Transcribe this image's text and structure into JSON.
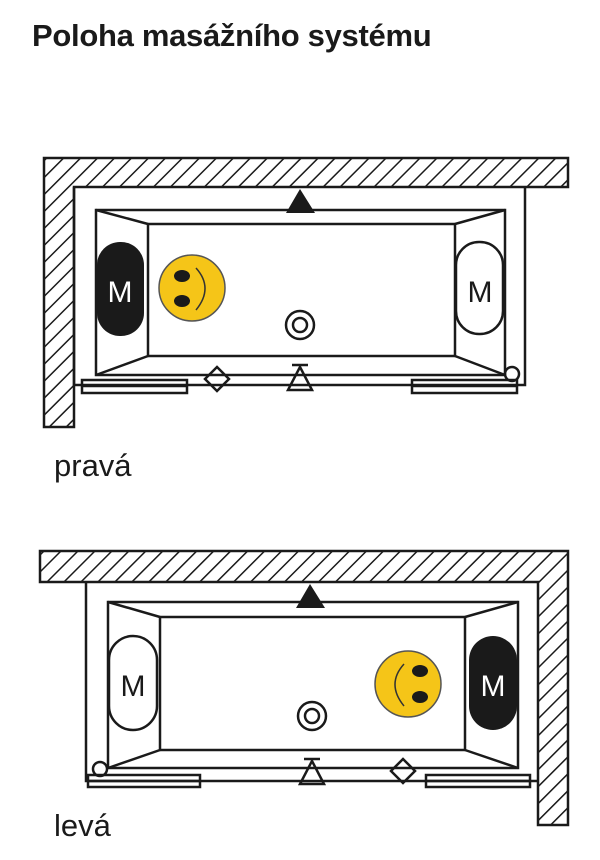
{
  "title": "Poloha masážního systému",
  "diagrams": [
    {
      "label": "pravá",
      "motor_left": "M",
      "motor_right": "M"
    },
    {
      "label": "levá",
      "motor_left": "M",
      "motor_right": "M"
    }
  ],
  "colors": {
    "smiley": "#f5c518",
    "line": "#1a1a1a"
  }
}
